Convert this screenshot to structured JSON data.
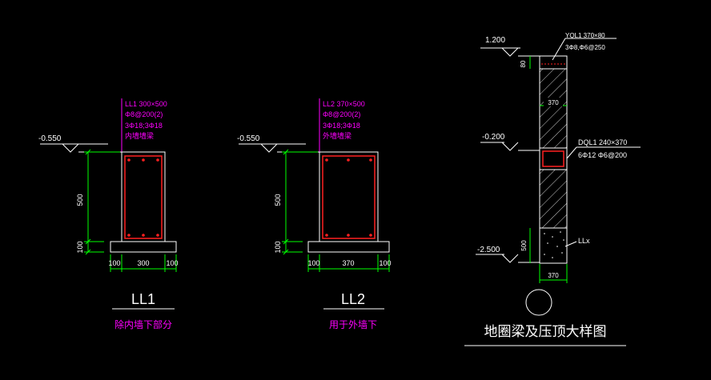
{
  "colors": {
    "background": "#000000",
    "outline": "#ffffff",
    "dimension": "#00ff00",
    "annotation": "#ff00ff",
    "rebar": "#ff2020",
    "text": "#ffffff"
  },
  "ll1": {
    "level": "-0.550",
    "spec": [
      "LL1 300×500",
      "Φ8@200(2)",
      "3Φ18;3Φ18",
      "内墙墙梁"
    ],
    "dim_height": "500",
    "dim_base": "100",
    "dim_widths": [
      "100",
      "300",
      "100"
    ],
    "title": "LL1",
    "note": "除内墙下部分"
  },
  "ll2": {
    "level": "-0.550",
    "spec": [
      "LL2 370×500",
      "Φ8@200(2)",
      "3Φ18;3Φ18",
      "外墙墙梁"
    ],
    "dim_height": "500",
    "dim_base": "100",
    "dim_widths": [
      "100",
      "370",
      "100"
    ],
    "title": "LL2",
    "note": "用于外墙下"
  },
  "section": {
    "level_top": "1.200",
    "level_mid": "-0.200",
    "level_bottom": "-2.500",
    "yql_spec": [
      "YQL1  370×80",
      "3Φ8,Φ6@250"
    ],
    "dql_spec": [
      "DQL1  240×370",
      "6Φ12   Φ6@200"
    ],
    "top_dim": "80",
    "width_dim_top": "370",
    "width_dim_bottom": "370",
    "base_dim": "500",
    "beam_ref": "LLx",
    "title": "地圈梁及压顶大样图"
  }
}
